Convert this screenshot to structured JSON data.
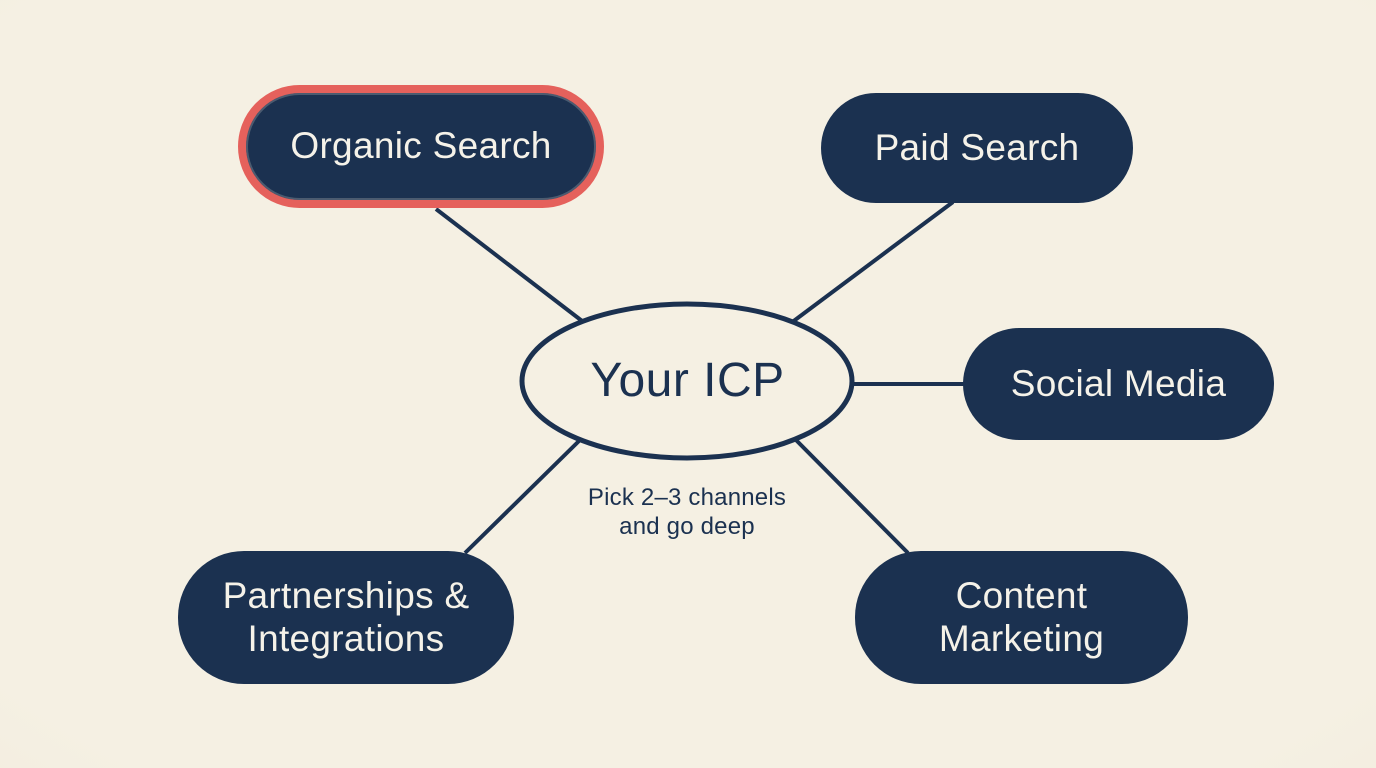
{
  "diagram": {
    "center": {
      "label": "Your ICP"
    },
    "caption": "Pick 2–3 channels and go deep",
    "nodes": [
      {
        "id": "organic-search",
        "label": "Organic Search",
        "highlighted": true
      },
      {
        "id": "paid-search",
        "label": "Paid Search",
        "highlighted": false
      },
      {
        "id": "social-media",
        "label": "Social Media",
        "highlighted": false
      },
      {
        "id": "partnerships-integrations",
        "label": "Partnerships & Integrations",
        "highlighted": false
      },
      {
        "id": "content-marketing",
        "label": "Content Marketing",
        "highlighted": false
      }
    ],
    "colors": {
      "background": "#f5f0e3",
      "background-edge": "#eae2d1",
      "node-fill": "#1b3150",
      "node-text": "#f5f2e9",
      "highlight-border": "#e5615c",
      "line": "#1b3150",
      "text": "#1b3150"
    }
  }
}
